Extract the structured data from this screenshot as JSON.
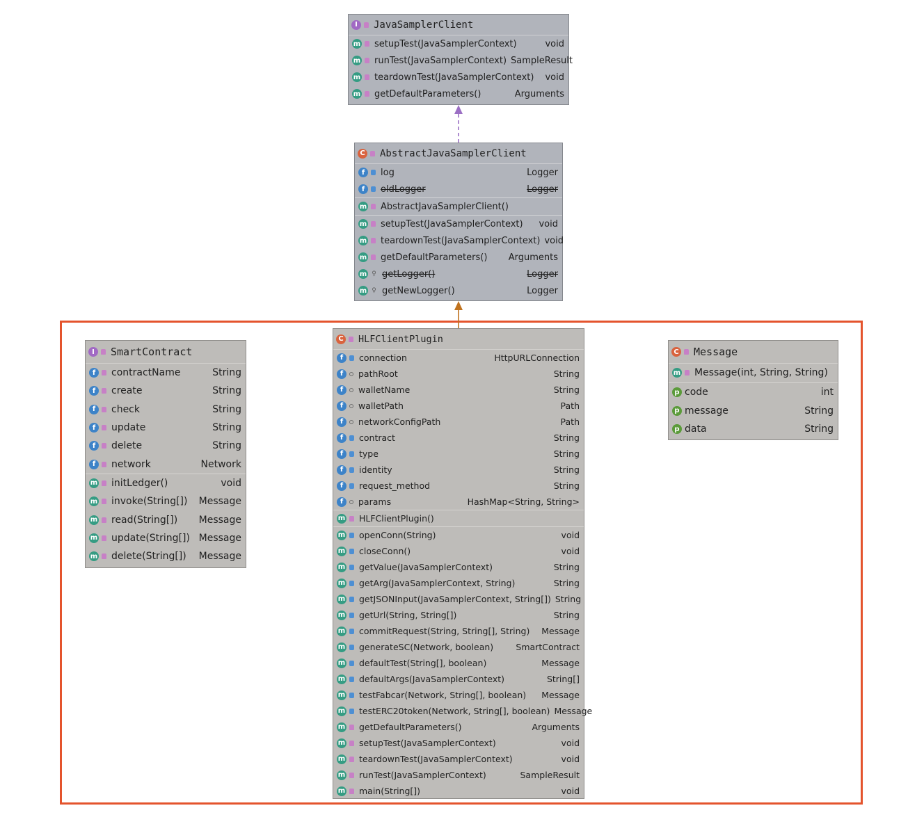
{
  "colors": {
    "interface_box": "#b1b4bb",
    "plugin_box": "#bebcb9",
    "realization_arrow": "#9b6fc4",
    "inheritance_arrow": "#c0721e",
    "highlight_frame": "#e4542d"
  },
  "classes": {
    "java_sampler_client": {
      "kind": "I",
      "name": "JavaSamplerClient",
      "sections": [
        [
          {
            "kind": "m",
            "vis": "pub",
            "name": "setupTest(JavaSamplerContext)",
            "type": "void"
          },
          {
            "kind": "m",
            "vis": "pub",
            "name": "runTest(JavaSamplerContext)",
            "type": "SampleResult"
          },
          {
            "kind": "m",
            "vis": "pub",
            "name": "teardownTest(JavaSamplerContext)",
            "type": "void"
          },
          {
            "kind": "m",
            "vis": "pub",
            "name": "getDefaultParameters()",
            "type": "Arguments"
          }
        ]
      ]
    },
    "abstract_java_sampler_client": {
      "kind": "C",
      "name": "AbstractJavaSamplerClient",
      "sections": [
        [
          {
            "kind": "f",
            "vis": "prv",
            "name": "log",
            "type": "Logger"
          },
          {
            "kind": "f",
            "vis": "prv",
            "name": "oldLogger",
            "type": "Logger",
            "deprecated": true
          }
        ],
        [
          {
            "kind": "m",
            "vis": "pub",
            "name": "AbstractJavaSamplerClient()",
            "type": ""
          }
        ],
        [
          {
            "kind": "m",
            "vis": "pub",
            "name": "setupTest(JavaSamplerContext)",
            "type": "void"
          },
          {
            "kind": "m",
            "vis": "pub",
            "name": "teardownTest(JavaSamplerContext)",
            "type": "void"
          },
          {
            "kind": "m",
            "vis": "pub",
            "name": "getDefaultParameters()",
            "type": "Arguments"
          },
          {
            "kind": "m",
            "vis": "prt",
            "name": "getLogger()",
            "type": "Logger",
            "deprecated": true
          },
          {
            "kind": "m",
            "vis": "prt",
            "name": "getNewLogger()",
            "type": "Logger"
          }
        ]
      ]
    },
    "smart_contract": {
      "kind": "I",
      "name": "SmartContract",
      "sections": [
        [
          {
            "kind": "f",
            "vis": "pub",
            "name": "contractName",
            "type": "String"
          },
          {
            "kind": "f",
            "vis": "pub",
            "name": "create",
            "type": "String"
          },
          {
            "kind": "f",
            "vis": "pub",
            "name": "check",
            "type": "String"
          },
          {
            "kind": "f",
            "vis": "pub",
            "name": "update",
            "type": "String"
          },
          {
            "kind": "f",
            "vis": "pub",
            "name": "delete",
            "type": "String"
          },
          {
            "kind": "f",
            "vis": "pub",
            "name": "network",
            "type": "Network"
          }
        ],
        [
          {
            "kind": "m",
            "vis": "pub",
            "name": "initLedger()",
            "type": "void"
          },
          {
            "kind": "m",
            "vis": "pub",
            "name": "invoke(String[])",
            "type": "Message"
          },
          {
            "kind": "m",
            "vis": "pub",
            "name": "read(String[])",
            "type": "Message"
          },
          {
            "kind": "m",
            "vis": "pub",
            "name": "update(String[])",
            "type": "Message"
          },
          {
            "kind": "m",
            "vis": "pub",
            "name": "delete(String[])",
            "type": "Message"
          }
        ]
      ]
    },
    "hlf_client_plugin": {
      "kind": "C",
      "name": "HLFClientPlugin",
      "sections": [
        [
          {
            "kind": "f",
            "vis": "prv",
            "name": "connection",
            "type": "HttpURLConnection"
          },
          {
            "kind": "f",
            "vis": "pkg",
            "name": "pathRoot",
            "type": "String"
          },
          {
            "kind": "f",
            "vis": "pkg",
            "name": "walletName",
            "type": "String"
          },
          {
            "kind": "f",
            "vis": "pkg",
            "name": "walletPath",
            "type": "Path"
          },
          {
            "kind": "f",
            "vis": "pkg",
            "name": "networkConfigPath",
            "type": "Path"
          },
          {
            "kind": "f",
            "vis": "prv",
            "name": "contract",
            "type": "String"
          },
          {
            "kind": "f",
            "vis": "prv",
            "name": "type",
            "type": "String"
          },
          {
            "kind": "f",
            "vis": "prv",
            "name": "identity",
            "type": "String"
          },
          {
            "kind": "f",
            "vis": "prv",
            "name": "request_method",
            "type": "String"
          },
          {
            "kind": "f",
            "vis": "pkg",
            "name": "params",
            "type": "HashMap<String, String>"
          }
        ],
        [
          {
            "kind": "m",
            "vis": "pub",
            "name": "HLFClientPlugin()",
            "type": ""
          }
        ],
        [
          {
            "kind": "m",
            "vis": "prv",
            "name": "openConn(String)",
            "type": "void"
          },
          {
            "kind": "m",
            "vis": "prv",
            "name": "closeConn()",
            "type": "void"
          },
          {
            "kind": "m",
            "vis": "prv",
            "name": "getValue(JavaSamplerContext)",
            "type": "String"
          },
          {
            "kind": "m",
            "vis": "prv",
            "name": "getArg(JavaSamplerContext, String)",
            "type": "String"
          },
          {
            "kind": "m",
            "vis": "prv",
            "name": "getJSONInput(JavaSamplerContext, String[])",
            "type": "String"
          },
          {
            "kind": "m",
            "vis": "prv",
            "name": "getUrl(String, String[])",
            "type": "String"
          },
          {
            "kind": "m",
            "vis": "prv",
            "name": "commitRequest(String, String[], String)",
            "type": "Message"
          },
          {
            "kind": "m",
            "vis": "prv",
            "name": "generateSC(Network, boolean)",
            "type": "SmartContract"
          },
          {
            "kind": "m",
            "vis": "prv",
            "name": "defaultTest(String[], boolean)",
            "type": "Message"
          },
          {
            "kind": "m",
            "vis": "prv",
            "name": "defaultArgs(JavaSamplerContext)",
            "type": "String[]"
          },
          {
            "kind": "m",
            "vis": "prv",
            "name": "testFabcar(Network, String[], boolean)",
            "type": "Message"
          },
          {
            "kind": "m",
            "vis": "prv",
            "name": "testERC20token(Network, String[], boolean)",
            "type": "Message"
          },
          {
            "kind": "m",
            "vis": "pub",
            "name": "getDefaultParameters()",
            "type": "Arguments"
          },
          {
            "kind": "m",
            "vis": "pub",
            "name": "setupTest(JavaSamplerContext)",
            "type": "void"
          },
          {
            "kind": "m",
            "vis": "pub",
            "name": "teardownTest(JavaSamplerContext)",
            "type": "void"
          },
          {
            "kind": "m",
            "vis": "pub",
            "name": "runTest(JavaSamplerContext)",
            "type": "SampleResult"
          },
          {
            "kind": "m",
            "vis": "pub",
            "name": "main(String[])",
            "type": "void"
          }
        ]
      ]
    },
    "message": {
      "kind": "C",
      "name": "Message",
      "sections": [
        [
          {
            "kind": "m",
            "vis": "pub",
            "name": "Message(int, String, String)",
            "type": ""
          }
        ],
        [
          {
            "kind": "p",
            "vis": "",
            "name": "code",
            "type": "int"
          },
          {
            "kind": "p",
            "vis": "",
            "name": "message",
            "type": "String"
          },
          {
            "kind": "p",
            "vis": "",
            "name": "data",
            "type": "String"
          }
        ]
      ]
    }
  }
}
